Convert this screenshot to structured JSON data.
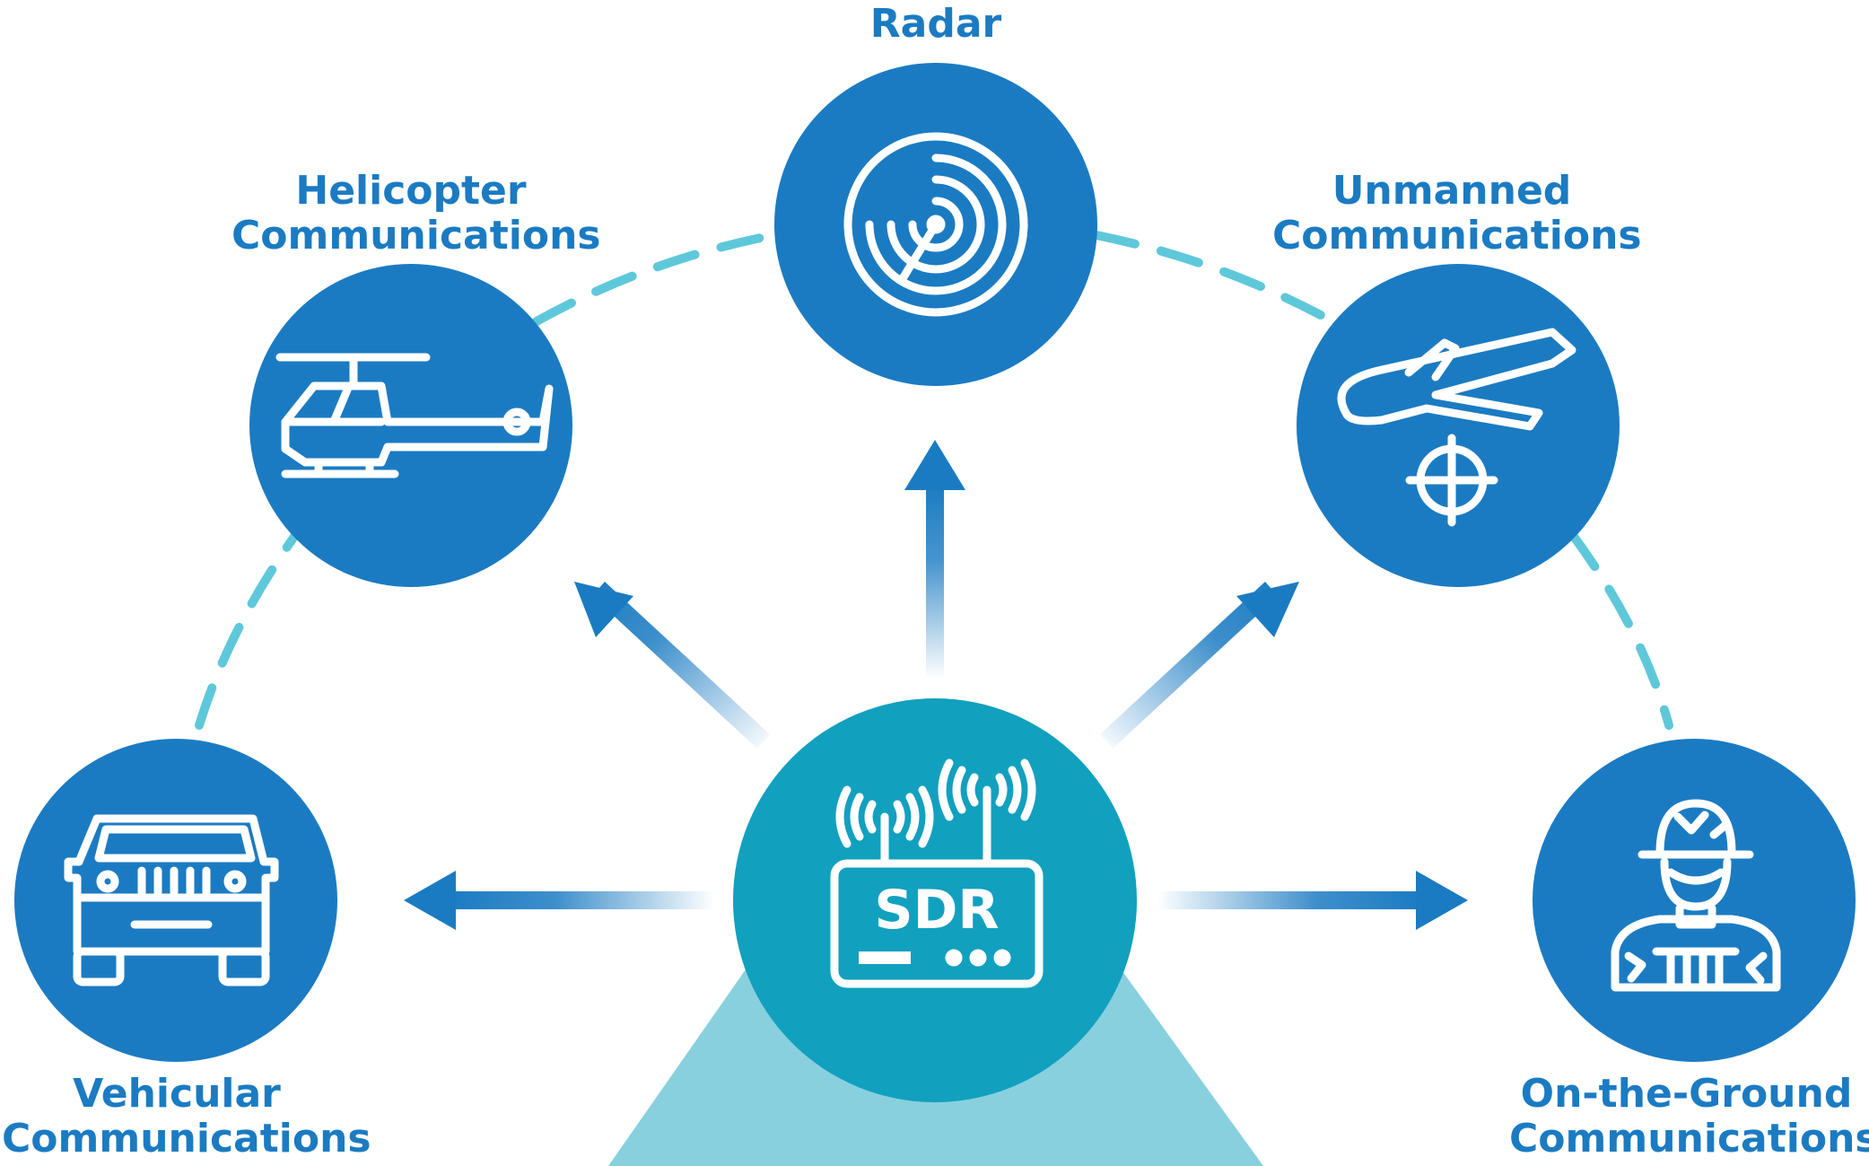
{
  "diagram": {
    "center": {
      "device_text": "SDR"
    },
    "nodes": {
      "radar": {
        "label_lines": [
          "Radar"
        ],
        "icon": "radar-icon"
      },
      "helicopter": {
        "label_lines": [
          "Helicopter",
          "Communications"
        ],
        "icon": "helicopter-icon"
      },
      "unmanned": {
        "label_lines": [
          "Unmanned",
          "Communications"
        ],
        "icon": "drone-icon"
      },
      "vehicular": {
        "label_lines": [
          "Vehicular",
          "Communications"
        ],
        "icon": "vehicle-icon"
      },
      "ground": {
        "label_lines": [
          "On-the-Ground",
          "Communications"
        ],
        "icon": "soldier-icon"
      }
    },
    "colors": {
      "node_blue": "#1b7bc2",
      "center_teal": "#12a0bf",
      "base_teal": "#88d0de",
      "dash_cyan": "#5ec8da",
      "label_blue": "#1b7bc2"
    }
  }
}
